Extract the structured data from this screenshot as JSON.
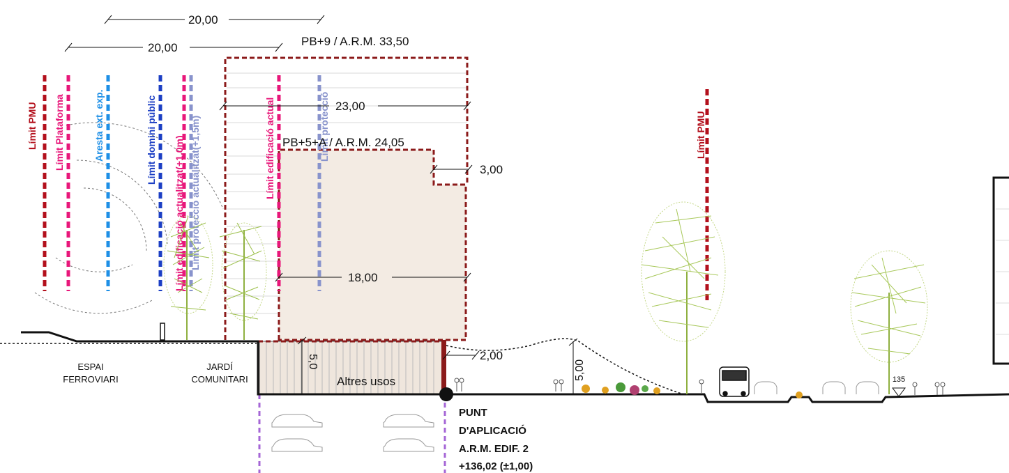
{
  "dimensions": {
    "top_width_a": "20,00",
    "top_width_b": "20,00",
    "upper_block_width": "23,00",
    "lower_block_width": "18,00",
    "setback": "3,00",
    "cantilever": "2,00",
    "basement_height": "5,0",
    "slope_height": "5,00"
  },
  "levels": {
    "upper": "PB+9 / A.R.M. 33,50",
    "lower": "PB+5+A / A.R.M. 24,05"
  },
  "vertical_labels": {
    "limit_pmu_left": "Límit PMU",
    "limit_plataforma": "Límit Plataforma",
    "aresta": "Aresta ext. exp.",
    "domini_public": "Límit domini públic",
    "edificacio_actualitzat": "Límit edificació actualitzat(+1,0m)",
    "proteccio_actualitzat": "Límit protecció actualitzat(+1,5m)",
    "edificacio_actual": "Límit edificació actual",
    "proteccio": "Límit protecció",
    "limit_pmu_right": "Límit PMU"
  },
  "zones": {
    "espai_line1": "ESPAI",
    "espai_line2": "FERROVIARI",
    "jardi_line1": "JARDÍ",
    "jardi_line2": "COMUNITARI",
    "altres_usos": "Altres usos"
  },
  "application_point": {
    "line1": "PUNT",
    "line2": "D'APLICACIÓ",
    "line3": "A.R.M. EDIF.  2",
    "line4": "+136,02 (±1,00)"
  },
  "level_marker": "135",
  "colors": {
    "limit_pmu": "#b3101c",
    "plataforma": "#e8177a",
    "aresta": "#1e8fe6",
    "domini_public": "#1c3fc4",
    "proteccio": "#8893cc",
    "building_outline": "#8b1a1a",
    "building_fill": "#f3ebe3",
    "basement": "#a566d6"
  }
}
